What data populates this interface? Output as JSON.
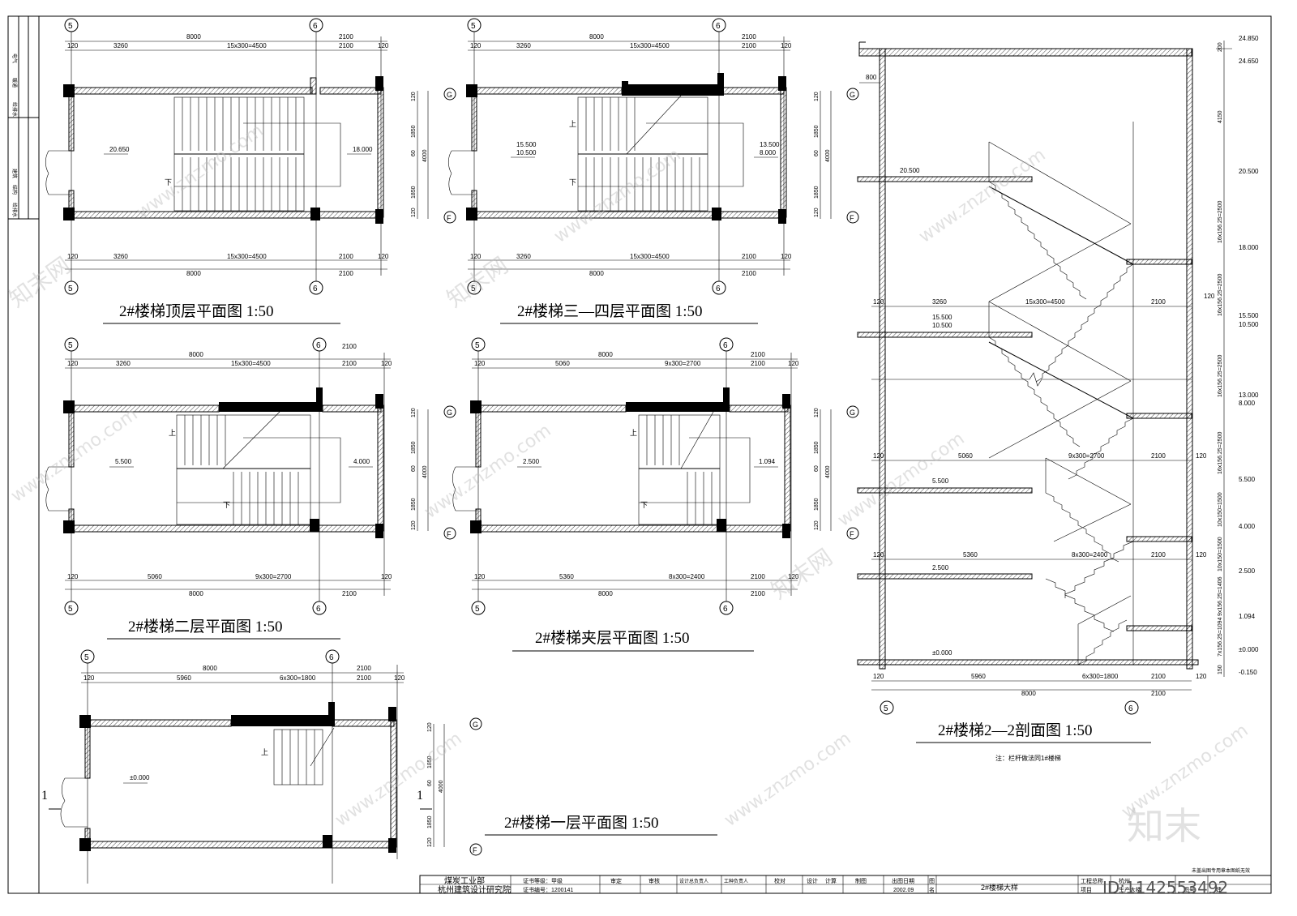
{
  "plans": [
    {
      "title": "2#楼梯顶层平面图   1:50",
      "dims_top": [
        "8000",
        "2100",
        "120",
        "3260",
        "15x300=4500",
        "2100",
        "120"
      ],
      "dims_bottom": [
        "120",
        "3260",
        "15x300=4500",
        "2100",
        "120",
        "8000",
        "2100"
      ],
      "levels": [
        "20.650",
        "18.000"
      ],
      "up": "",
      "down": "下"
    },
    {
      "title": "2#楼梯三—四层平面图   1:50",
      "dims_top": [
        "8000",
        "2100",
        "120",
        "3260",
        "15x300=4500",
        "2100",
        "120"
      ],
      "dims_bottom": [
        "120",
        "3260",
        "15x300=4500",
        "2100",
        "120",
        "8000",
        "2100"
      ],
      "levels": [
        "15.500",
        "10.500",
        "13.500",
        "8.000"
      ],
      "up": "上",
      "down": "下"
    },
    {
      "title": "2#楼梯二层平面图   1:50",
      "dims_top": [
        "8000",
        "2100",
        "120",
        "3260",
        "15x300=4500",
        "2100",
        "120"
      ],
      "dims_bottom": [
        "120",
        "5060",
        "9x300=2700",
        "120",
        "8000",
        "2100"
      ],
      "levels": [
        "5.500",
        "4.000"
      ],
      "up": "上",
      "down": "下"
    },
    {
      "title": "2#楼梯夹层平面图   1:50",
      "dims_top": [
        "8000",
        "2100",
        "120",
        "5060",
        "9x300=2700",
        "2100",
        "120"
      ],
      "dims_bottom": [
        "120",
        "5360",
        "8x300=2400",
        "2100",
        "120",
        "8000",
        "2100"
      ],
      "levels": [
        "2.500",
        "1.094"
      ],
      "up": "上",
      "down": "下"
    },
    {
      "title": "2#楼梯一层平面图   1:50",
      "dims_top": [
        "8000",
        "2100",
        "120",
        "5960",
        "6x300=1800",
        "2100",
        "120"
      ],
      "dims_bottom": [],
      "levels": [
        "±0.000"
      ],
      "up": "上",
      "down": ""
    }
  ],
  "axes": {
    "five": "5",
    "six": "6",
    "g": "G",
    "f": "F"
  },
  "side_dims": [
    "120",
    "1850",
    "60",
    "4000",
    "1850",
    "120"
  ],
  "left_stamp": [
    "电气",
    "暖通",
    "给排水",
    "建筑",
    "结构",
    "给排水"
  ],
  "section": {
    "title": "2#楼梯2—2剖面图   1:50",
    "note": "注：栏杆做法同1#楼梯",
    "left_levels": [
      "20.500",
      "15.500",
      "10.500",
      "5.500",
      "2.500",
      "±0.000"
    ],
    "right_levels": [
      "24.850",
      "24.650",
      "20.500",
      "18.000",
      "15.500",
      "10.500",
      "13.000",
      "8.000",
      "5.500",
      "4.000",
      "2.500",
      "1.094",
      "±0.000",
      "-0.150"
    ],
    "right_dims": [
      "200",
      "4150",
      "16x156.25=2500",
      "16x156.25=2500",
      "16x156.25=2500",
      "16x156.25=2500",
      "10x150=1500",
      "10x150=1500",
      "9x156.25=1406",
      "7x156.25=1094",
      "150"
    ],
    "row_dims": [
      [
        "120",
        "3260",
        "15x300=4500",
        "2100",
        "120"
      ],
      [
        "120",
        "5060",
        "9x300=2700",
        "2100",
        "120"
      ],
      [
        "120",
        "5360",
        "8x300=2400",
        "2100",
        "120"
      ],
      [
        "120",
        "5960",
        "6x300=1800",
        "2100",
        "120"
      ]
    ],
    "bottom_dims": [
      "8000",
      "2100"
    ],
    "top_dim": "800"
  },
  "section_mark": "1",
  "title_block": {
    "org1": "煤炭工业部",
    "org2": "杭州建筑设计研究院",
    "cert1": "证书等级：甲级",
    "cert2": "证书编号：1200141",
    "roles": [
      "审定",
      "审核",
      "设计总负责人",
      "工种负责人",
      "校对",
      "设计",
      "计算",
      "制图"
    ],
    "date_label": "出图日期",
    "date": "2002.09",
    "drawing_label": "图",
    "drawing_label2": "名",
    "drawing_name": "2#楼梯大样",
    "proj_label1": "工程总称",
    "proj_label2": "项目",
    "proj_name1": "杭州",
    "proj_name2": "生产大楼",
    "no_label": "图号",
    "no": "建-",
    "stamp_note": "未盖出图专用章本图纸无效"
  },
  "watermark": {
    "site": "www.znzmo.com",
    "brand": "知末网",
    "logo": "知末",
    "id": "ID:1142553492"
  }
}
